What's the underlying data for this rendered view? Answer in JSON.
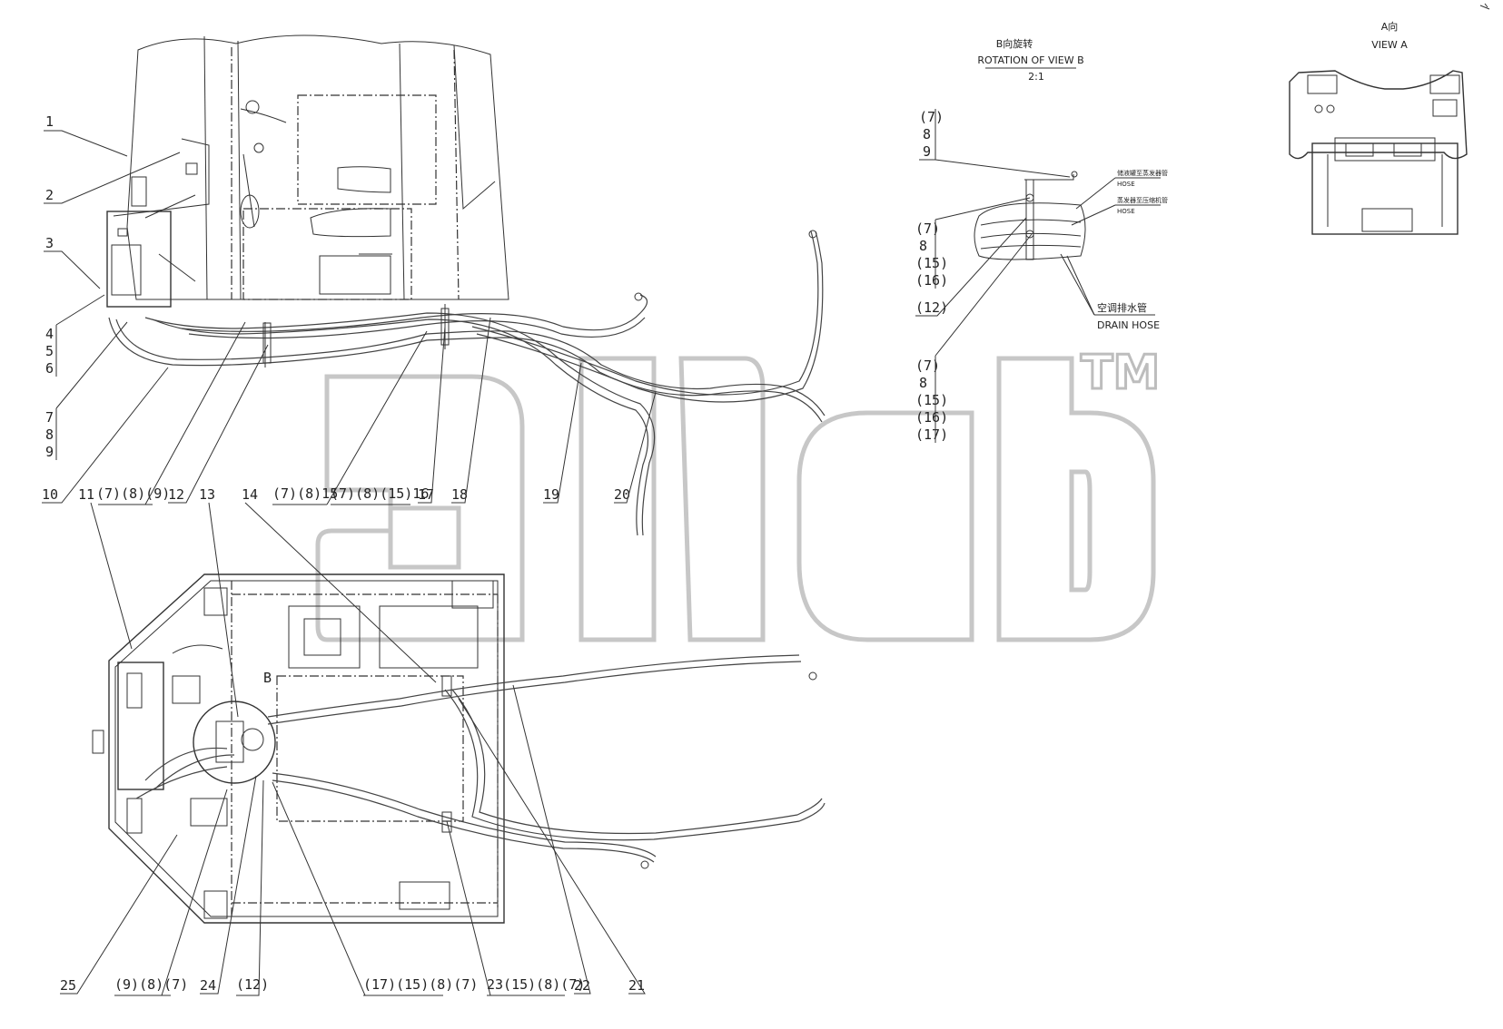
{
  "title_view_b": {
    "cn": "B向旋转",
    "en": "ROTATION OF VIEW B",
    "scale": "2:1"
  },
  "title_view_a": {
    "cn": "A向",
    "en": "VIEW A"
  },
  "view_b_notes": {
    "hose1_cn": "储液罐至蒸发器管",
    "hose1_en": "HOSE",
    "hose2_cn": "蒸发器至压缩机管",
    "hose2_en": "HOSE",
    "drain_cn": "空调排水管",
    "drain_en": "DRAIN HOSE"
  },
  "watermark": {
    "text": "aicb",
    "tm": "TM"
  },
  "callouts_side": [
    "1",
    "2",
    "3",
    "4",
    "5",
    "6",
    "7",
    "8",
    "9",
    "10",
    "11",
    "(7)(8)(9)",
    "12",
    "13",
    "14",
    "(7)(8)15",
    "(7)(8)(15)16",
    "17",
    "18",
    "19",
    "20"
  ],
  "callouts_bottom": [
    "25",
    "(9)(8)(7)",
    "24",
    "(12)",
    "(17)(15)(8)(7)",
    "23(15)(8)(7)",
    "22",
    "21"
  ],
  "callouts_view_b": {
    "stack_top": [
      "(7)",
      "8",
      "9"
    ],
    "stack_mid": [
      "(7)",
      "8",
      "(15)",
      "(16)"
    ],
    "single": "(12)",
    "stack_low": [
      "(7)",
      "8",
      "(15)",
      "(16)",
      "(17)"
    ]
  },
  "view_marker": "B"
}
